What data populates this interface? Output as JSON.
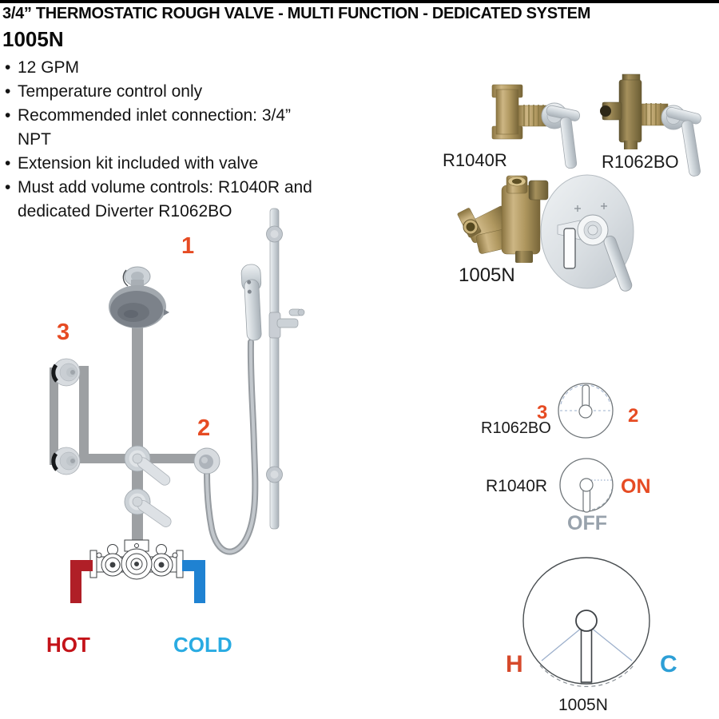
{
  "header": {
    "title": "3/4” THERMOSTATIC ROUGH VALVE - MULTI FUNCTION - DEDICATED SYSTEM",
    "model": "1005N"
  },
  "features": {
    "items": [
      "12 GPM",
      "Temperature control only",
      "Recommended inlet connection: 3/4” NPT",
      "Extension kit included with valve",
      "Must add volume controls: R1040R and dedicated Diverter R1062BO"
    ]
  },
  "products": {
    "volume_control": {
      "label": "R1040R"
    },
    "diverter": {
      "label": "R1062BO"
    },
    "rough_valve": {
      "label": "1005N"
    }
  },
  "diagram": {
    "callout_showerhead": "1",
    "callout_handshower_outlet": "2",
    "callout_body_sprays": "3",
    "hot_label": "HOT",
    "cold_label": "COLD"
  },
  "dials": {
    "diverter": {
      "label": "R1062BO",
      "position_left": "3",
      "position_right": "2"
    },
    "volume": {
      "label": "R1040R",
      "on": "ON",
      "off": "OFF"
    },
    "thermostat": {
      "label": "1005N",
      "hot": "H",
      "cold": "C"
    }
  },
  "colors": {
    "accent_orange": "#E64B23",
    "hot_red": "#C41319",
    "cold_blue": "#29ABE2",
    "pipe_red": "#B01F27",
    "pipe_blue": "#1F82D2",
    "pipe_gray": "#9DA0A3",
    "off_gray": "#98A2AC",
    "brass": "#B49B66",
    "chrome": "#CDD3D9"
  }
}
